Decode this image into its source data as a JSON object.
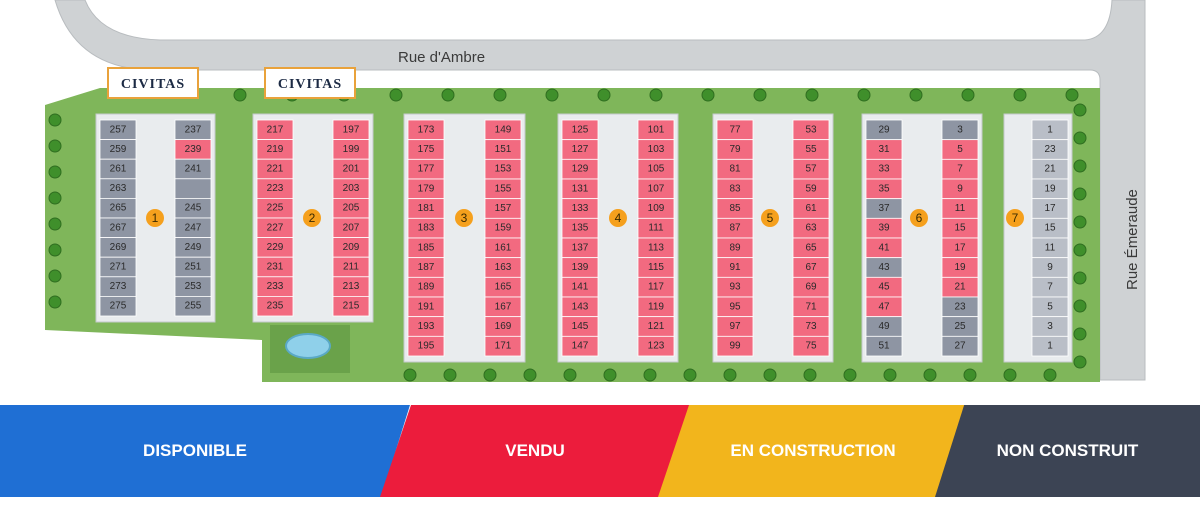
{
  "streets": {
    "top": "Rue d'Ambre",
    "right": "Rue Émeraude"
  },
  "logo_text": "CIVITAS",
  "colors": {
    "sold": "#f26a80",
    "not_built": "#8e95a3",
    "available_block": "#b9bec7",
    "grass": "#7fb65a",
    "road": "#cfd2d4",
    "badge": "#f5a01d"
  },
  "blocks": [
    {
      "number": "1",
      "left": [
        {
          "n": "257",
          "s": "not_built"
        },
        {
          "n": "259",
          "s": "not_built"
        },
        {
          "n": "261",
          "s": "not_built"
        },
        {
          "n": "263",
          "s": "not_built"
        },
        {
          "n": "265",
          "s": "not_built"
        },
        {
          "n": "267",
          "s": "not_built"
        },
        {
          "n": "269",
          "s": "not_built"
        },
        {
          "n": "271",
          "s": "not_built"
        },
        {
          "n": "273",
          "s": "not_built"
        },
        {
          "n": "275",
          "s": "not_built"
        }
      ],
      "right": [
        {
          "n": "237",
          "s": "not_built"
        },
        {
          "n": "239",
          "s": "sold"
        },
        {
          "n": "241",
          "s": "not_built"
        },
        {
          "n": "",
          "s": "not_built"
        },
        {
          "n": "245",
          "s": "not_built"
        },
        {
          "n": "247",
          "s": "not_built"
        },
        {
          "n": "249",
          "s": "not_built"
        },
        {
          "n": "251",
          "s": "not_built"
        },
        {
          "n": "253",
          "s": "not_built"
        },
        {
          "n": "255",
          "s": "not_built"
        }
      ]
    },
    {
      "number": "2",
      "left": [
        {
          "n": "217",
          "s": "sold"
        },
        {
          "n": "219",
          "s": "sold"
        },
        {
          "n": "221",
          "s": "sold"
        },
        {
          "n": "223",
          "s": "sold"
        },
        {
          "n": "225",
          "s": "sold"
        },
        {
          "n": "227",
          "s": "sold"
        },
        {
          "n": "229",
          "s": "sold"
        },
        {
          "n": "231",
          "s": "sold"
        },
        {
          "n": "233",
          "s": "sold"
        },
        {
          "n": "235",
          "s": "sold"
        }
      ],
      "right": [
        {
          "n": "197",
          "s": "sold"
        },
        {
          "n": "199",
          "s": "sold"
        },
        {
          "n": "201",
          "s": "sold"
        },
        {
          "n": "203",
          "s": "sold"
        },
        {
          "n": "205",
          "s": "sold"
        },
        {
          "n": "207",
          "s": "sold"
        },
        {
          "n": "209",
          "s": "sold"
        },
        {
          "n": "211",
          "s": "sold"
        },
        {
          "n": "213",
          "s": "sold"
        },
        {
          "n": "215",
          "s": "sold"
        }
      ]
    },
    {
      "number": "3",
      "left": [
        {
          "n": "173",
          "s": "sold"
        },
        {
          "n": "175",
          "s": "sold"
        },
        {
          "n": "177",
          "s": "sold"
        },
        {
          "n": "179",
          "s": "sold"
        },
        {
          "n": "181",
          "s": "sold"
        },
        {
          "n": "183",
          "s": "sold"
        },
        {
          "n": "185",
          "s": "sold"
        },
        {
          "n": "187",
          "s": "sold"
        },
        {
          "n": "189",
          "s": "sold"
        },
        {
          "n": "191",
          "s": "sold"
        },
        {
          "n": "193",
          "s": "sold"
        },
        {
          "n": "195",
          "s": "sold"
        }
      ],
      "right": [
        {
          "n": "149",
          "s": "sold"
        },
        {
          "n": "151",
          "s": "sold"
        },
        {
          "n": "153",
          "s": "sold"
        },
        {
          "n": "155",
          "s": "sold"
        },
        {
          "n": "157",
          "s": "sold"
        },
        {
          "n": "159",
          "s": "sold"
        },
        {
          "n": "161",
          "s": "sold"
        },
        {
          "n": "163",
          "s": "sold"
        },
        {
          "n": "165",
          "s": "sold"
        },
        {
          "n": "167",
          "s": "sold"
        },
        {
          "n": "169",
          "s": "sold"
        },
        {
          "n": "171",
          "s": "sold"
        }
      ]
    },
    {
      "number": "4",
      "left": [
        {
          "n": "125",
          "s": "sold"
        },
        {
          "n": "127",
          "s": "sold"
        },
        {
          "n": "129",
          "s": "sold"
        },
        {
          "n": "131",
          "s": "sold"
        },
        {
          "n": "133",
          "s": "sold"
        },
        {
          "n": "135",
          "s": "sold"
        },
        {
          "n": "137",
          "s": "sold"
        },
        {
          "n": "139",
          "s": "sold"
        },
        {
          "n": "141",
          "s": "sold"
        },
        {
          "n": "143",
          "s": "sold"
        },
        {
          "n": "145",
          "s": "sold"
        },
        {
          "n": "147",
          "s": "sold"
        }
      ],
      "right": [
        {
          "n": "101",
          "s": "sold"
        },
        {
          "n": "103",
          "s": "sold"
        },
        {
          "n": "105",
          "s": "sold"
        },
        {
          "n": "107",
          "s": "sold"
        },
        {
          "n": "109",
          "s": "sold"
        },
        {
          "n": "111",
          "s": "sold"
        },
        {
          "n": "113",
          "s": "sold"
        },
        {
          "n": "115",
          "s": "sold"
        },
        {
          "n": "117",
          "s": "sold"
        },
        {
          "n": "119",
          "s": "sold"
        },
        {
          "n": "121",
          "s": "sold"
        },
        {
          "n": "123",
          "s": "sold"
        }
      ]
    },
    {
      "number": "5",
      "left": [
        {
          "n": "77",
          "s": "sold"
        },
        {
          "n": "79",
          "s": "sold"
        },
        {
          "n": "81",
          "s": "sold"
        },
        {
          "n": "83",
          "s": "sold"
        },
        {
          "n": "85",
          "s": "sold"
        },
        {
          "n": "87",
          "s": "sold"
        },
        {
          "n": "89",
          "s": "sold"
        },
        {
          "n": "91",
          "s": "sold"
        },
        {
          "n": "93",
          "s": "sold"
        },
        {
          "n": "95",
          "s": "sold"
        },
        {
          "n": "97",
          "s": "sold"
        },
        {
          "n": "99",
          "s": "sold"
        }
      ],
      "right": [
        {
          "n": "53",
          "s": "sold"
        },
        {
          "n": "55",
          "s": "sold"
        },
        {
          "n": "57",
          "s": "sold"
        },
        {
          "n": "59",
          "s": "sold"
        },
        {
          "n": "61",
          "s": "sold"
        },
        {
          "n": "63",
          "s": "sold"
        },
        {
          "n": "65",
          "s": "sold"
        },
        {
          "n": "67",
          "s": "sold"
        },
        {
          "n": "69",
          "s": "sold"
        },
        {
          "n": "71",
          "s": "sold"
        },
        {
          "n": "73",
          "s": "sold"
        },
        {
          "n": "75",
          "s": "sold"
        }
      ]
    },
    {
      "number": "6",
      "left": [
        {
          "n": "29",
          "s": "not_built"
        },
        {
          "n": "31",
          "s": "sold"
        },
        {
          "n": "33",
          "s": "sold"
        },
        {
          "n": "35",
          "s": "sold"
        },
        {
          "n": "37",
          "s": "not_built"
        },
        {
          "n": "39",
          "s": "sold"
        },
        {
          "n": "41",
          "s": "sold"
        },
        {
          "n": "43",
          "s": "not_built"
        },
        {
          "n": "45",
          "s": "sold"
        },
        {
          "n": "47",
          "s": "sold"
        },
        {
          "n": "49",
          "s": "not_built"
        },
        {
          "n": "51",
          "s": "not_built"
        }
      ],
      "right": [
        {
          "n": "3",
          "s": "not_built"
        },
        {
          "n": "5",
          "s": "sold"
        },
        {
          "n": "7",
          "s": "sold"
        },
        {
          "n": "9",
          "s": "sold"
        },
        {
          "n": "11",
          "s": "sold"
        },
        {
          "n": "15",
          "s": "sold"
        },
        {
          "n": "17",
          "s": "sold"
        },
        {
          "n": "19",
          "s": "sold"
        },
        {
          "n": "21",
          "s": "sold"
        },
        {
          "n": "23",
          "s": "not_built"
        },
        {
          "n": "25",
          "s": "not_built"
        },
        {
          "n": "27",
          "s": "not_built"
        }
      ]
    },
    {
      "number": "7",
      "left": [],
      "right": [
        {
          "n": "1",
          "s": "available_block"
        },
        {
          "n": "23",
          "s": "available_block"
        },
        {
          "n": "21",
          "s": "available_block"
        },
        {
          "n": "19",
          "s": "available_block"
        },
        {
          "n": "17",
          "s": "available_block"
        },
        {
          "n": "15",
          "s": "available_block"
        },
        {
          "n": "11",
          "s": "available_block"
        },
        {
          "n": "9",
          "s": "available_block"
        },
        {
          "n": "7",
          "s": "available_block"
        },
        {
          "n": "5",
          "s": "available_block"
        },
        {
          "n": "3",
          "s": "available_block"
        },
        {
          "n": "1",
          "s": "available_block"
        }
      ]
    }
  ],
  "legend": {
    "available": "DISPONIBLE",
    "sold": "VENDU",
    "construction": "EN CONSTRUCTION",
    "not_built": "NON CONSTRUIT"
  }
}
